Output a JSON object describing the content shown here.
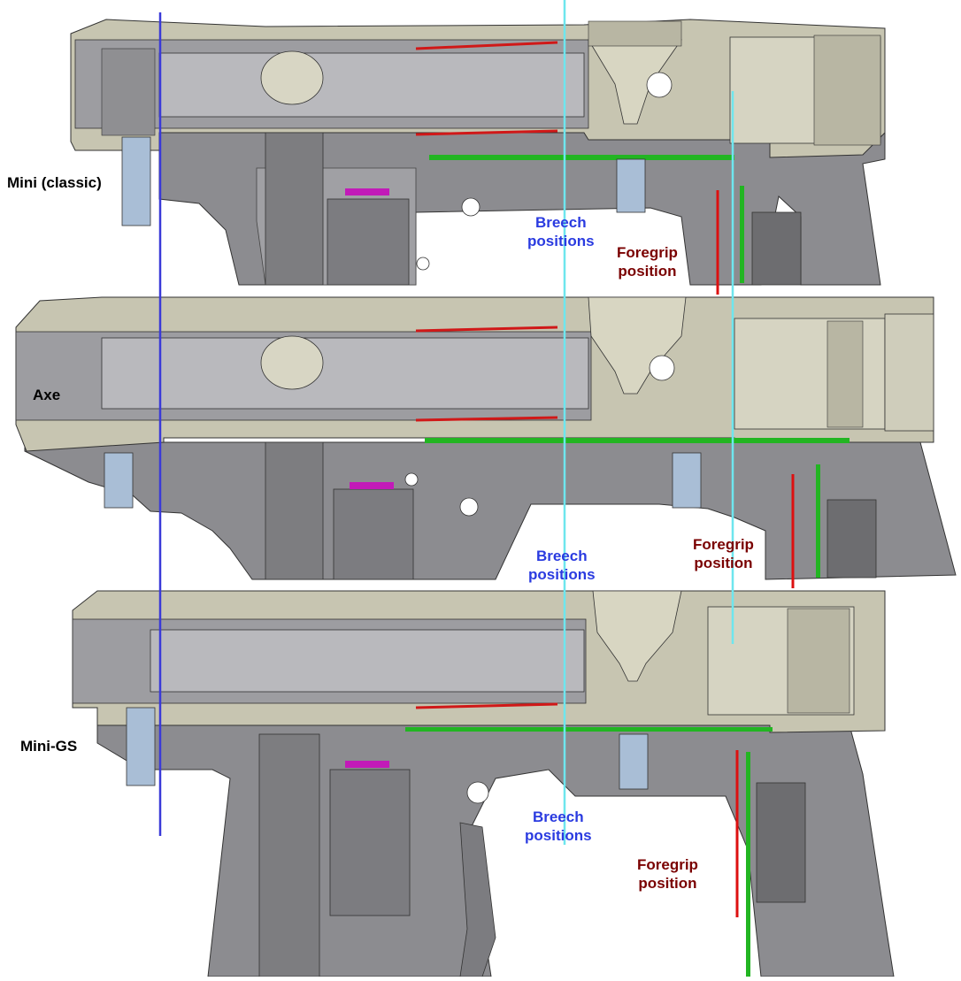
{
  "colors": {
    "background": "#ffffff",
    "body_dark": "#7c7c80",
    "body_mid": "#a4a4a8",
    "body_light": "#c4c4c8",
    "receiver_tan": "#c8c6b2",
    "receiver_tan_light": "#e2e0cf",
    "bore_steel": "#9a9a9e",
    "screw_blue": "#a9bed6",
    "spring_red": "#d01818",
    "pcb_green": "#22b522",
    "oring_magenta": "#c21ab8",
    "breech_line": "#6ee6ee",
    "reference_line": "#3a3ad8",
    "foregrip_line": "#dd1010",
    "label_breech": "#2a3be0",
    "label_foregrip": "#7a0000",
    "label_model": "#000000"
  },
  "panels": [
    {
      "model_label": "Mini (classic)",
      "breech_label": "Breech\npositions",
      "foregrip_label": "Foregrip\nposition"
    },
    {
      "model_label": "Axe",
      "breech_label": "Breech\npositions",
      "foregrip_label": "Foregrip\nposition"
    },
    {
      "model_label": "Mini-GS",
      "breech_label": "Breech\npositions",
      "foregrip_label": "Foregrip\nposition"
    }
  ],
  "reference_lines": {
    "rear_reference": "blue vertical line aligned through all three models",
    "breech_positions": "cyan vertical lines marking breech positions",
    "foregrip_positions": "red vertical lines marking foregrip position"
  }
}
